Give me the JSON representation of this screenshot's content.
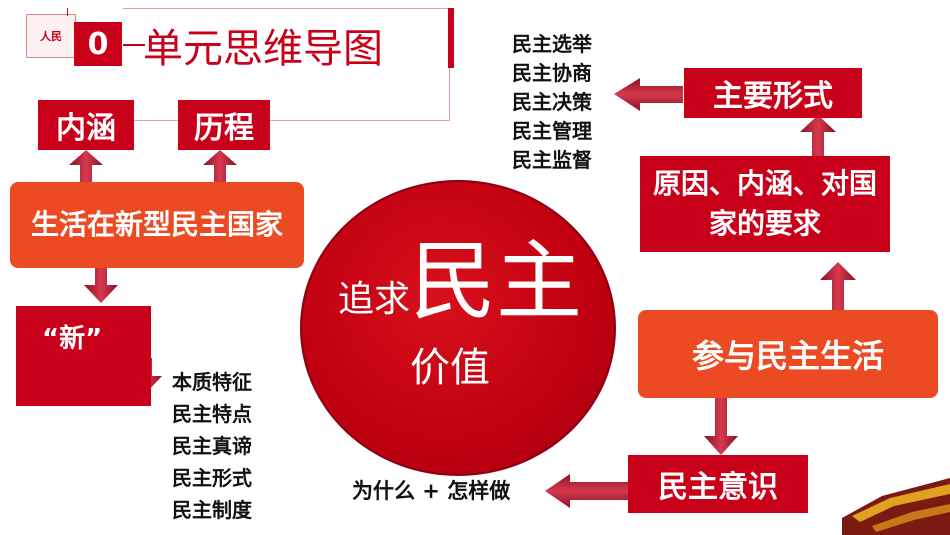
{
  "header": {
    "number": "0",
    "title": "单元思维导图",
    "seal_text": "人民"
  },
  "colors": {
    "dark_red": "#c8001a",
    "orange": "#ec4a22",
    "circle": "#c00010",
    "arrow": "#b01a30"
  },
  "left": {
    "box_neihan": "内涵",
    "box_licheng": "历程",
    "box_center": "生活在新型民主国家",
    "box_xin": "“新”",
    "list": [
      "本质特征",
      "民主特点",
      "民主真谛",
      "民主形式",
      "民主制度"
    ]
  },
  "circle": {
    "line1": "追求民主",
    "line2": "价值"
  },
  "right": {
    "list_top": [
      "民主选举",
      "民主协商",
      "民主决策",
      "民主管理",
      "民主监督"
    ],
    "box_forms": "主要形式",
    "box_reasons": "原因、内涵、对国家的要求",
    "box_participate": "参与民主生活",
    "box_awareness": "民主意识",
    "why_how": "为什么 + 怎样做"
  }
}
